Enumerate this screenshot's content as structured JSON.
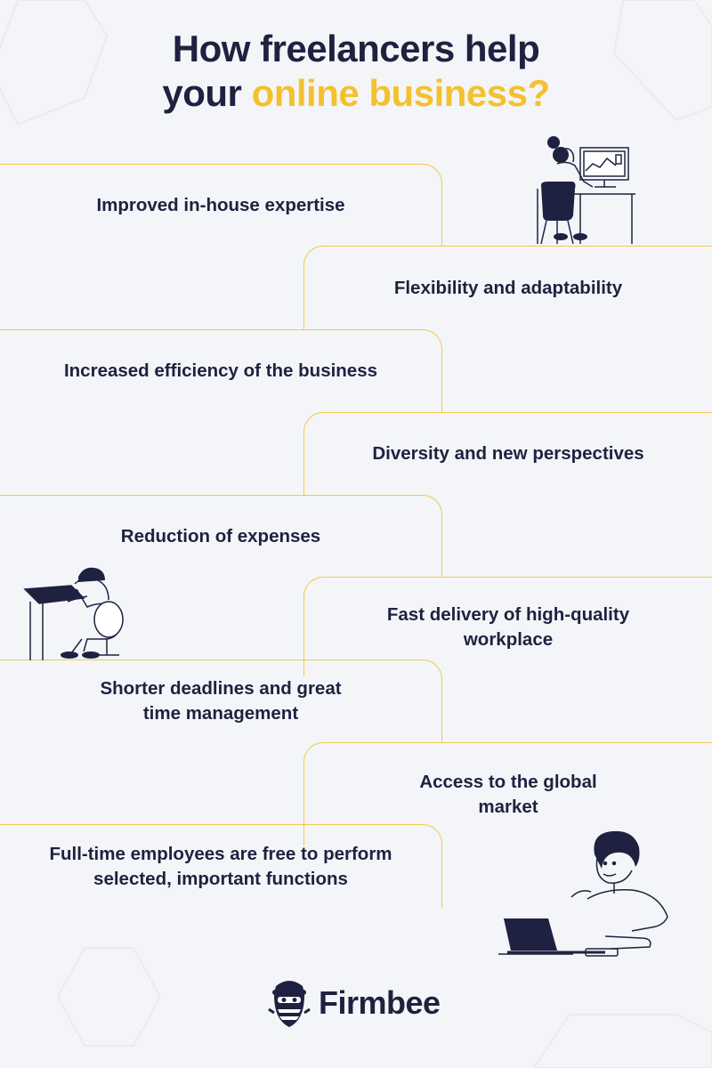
{
  "header": {
    "title_line1": "How freelancers help",
    "title_line2_prefix": "your ",
    "title_line2_accent": "online business?"
  },
  "benefits": [
    "Improved in-house expertise",
    "Flexibility and adaptability",
    "Increased efficiency of the business",
    "Diversity and new perspectives",
    "Reduction of expenses",
    "Fast delivery of high-quality workplace",
    "Shorter deadlines and great time management",
    "Access to the global market",
    "Full-time employees are free to perform selected, important functions"
  ],
  "brand": {
    "name": "Firmbee",
    "logo_icon": "firmbee-bee-icon"
  },
  "colors": {
    "accent": "#f5c02e",
    "text": "#1e2240",
    "line": "#f2c94c",
    "background": "#f4f5f8"
  }
}
